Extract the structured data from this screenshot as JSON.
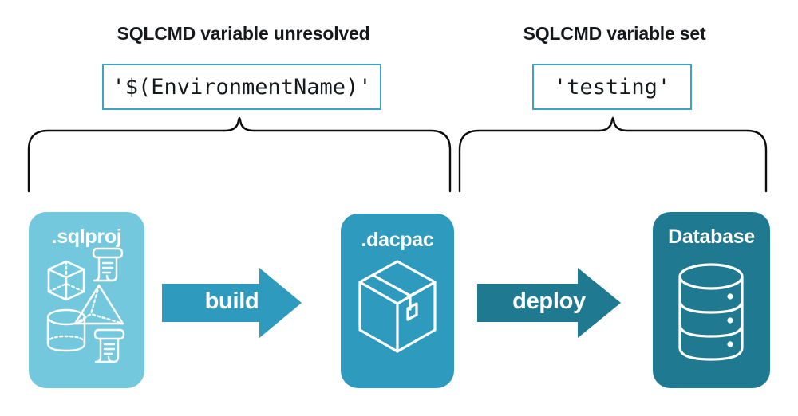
{
  "diagram": {
    "background": "#ffffff",
    "title_color": "#16191c"
  },
  "annotations": [
    {
      "id": "left",
      "heading": "SQLCMD variable unresolved",
      "value": "'$(EnvironmentName)'",
      "box_border_color": "#3ba3c3"
    },
    {
      "id": "right",
      "heading": "SQLCMD variable set",
      "value": "'testing'",
      "box_border_color": "#3ba3c3"
    }
  ],
  "braces": [
    {
      "id": "brace-left",
      "spans": "sqlproj-to-dacpac",
      "color": "#0d0d0d"
    },
    {
      "id": "brace-right",
      "spans": "dacpac-to-database",
      "color": "#0d0d0d"
    }
  ],
  "pipeline": {
    "stages": [
      {
        "id": "sqlproj",
        "label": ".sqlproj",
        "color": "#74c8de",
        "icon": "project-shapes-icon",
        "icon_parts": [
          "cube",
          "scroll",
          "pyramid",
          "cylinder",
          "scroll"
        ]
      },
      {
        "id": "dacpac",
        "label": ".dacpac",
        "color": "#2e9bbe",
        "icon": "package-box-icon"
      },
      {
        "id": "database",
        "label": "Database",
        "color": "#1f7a91",
        "icon": "database-cylinder-icon"
      }
    ],
    "transitions": [
      {
        "id": "build",
        "label": "build",
        "color": "#2e9bbe",
        "from": "sqlproj",
        "to": "dacpac"
      },
      {
        "id": "deploy",
        "label": "deploy",
        "color": "#1f7a91",
        "from": "dacpac",
        "to": "database"
      }
    ]
  }
}
